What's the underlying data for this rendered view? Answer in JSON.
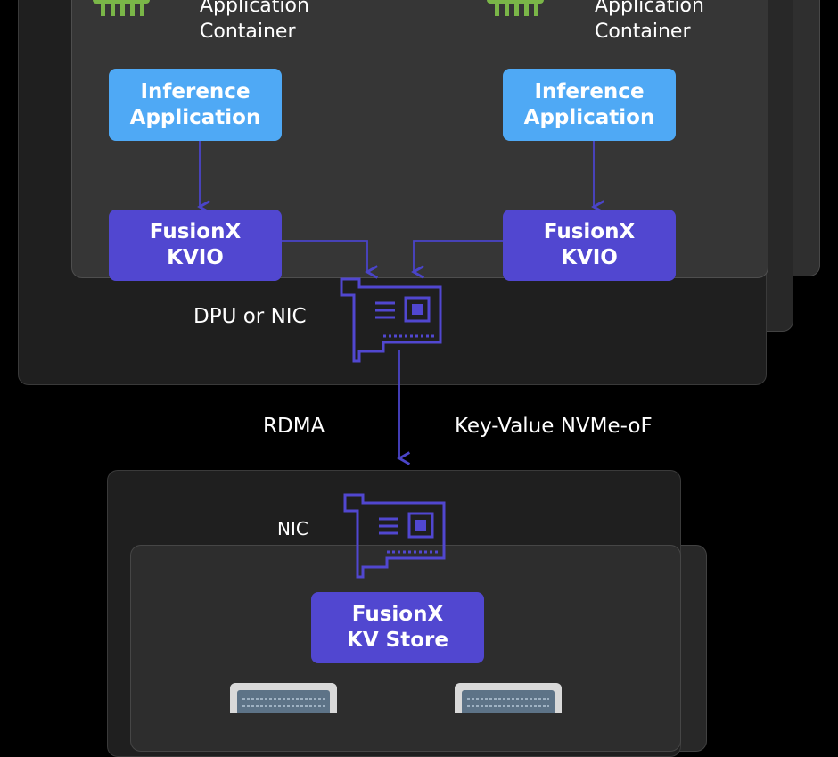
{
  "colors": {
    "background": "#000000",
    "panel": "#2b2b2b",
    "inference_box": "#4fa9f5",
    "fusionx_box": "#5147d0",
    "connector": "#4a44c8",
    "container_icon": "#7ab648"
  },
  "hosts": [
    {
      "container_label": "Application\nContainer",
      "inference_label": "Inference\nApplication",
      "kvio_label": "FusionX\nKVIO",
      "icon": "container-icon"
    },
    {
      "container_label": "Application\nContainer",
      "inference_label": "Inference\nApplication",
      "kvio_label": "FusionX\nKVIO",
      "icon": "container-icon"
    }
  ],
  "dpu_label": "DPU or NIC",
  "link": {
    "left_label": "RDMA",
    "right_label": "Key-Value NVMe-oF"
  },
  "storage": {
    "nic_label": "NIC",
    "kv_store_label": "FusionX\nKV Store",
    "drives_icon": "ssd-icon"
  }
}
